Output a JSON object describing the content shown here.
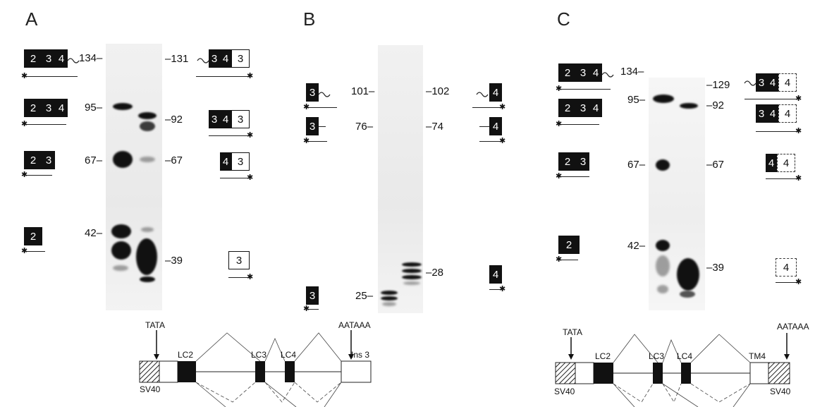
{
  "panels": {
    "A": {
      "letter": "A",
      "sizes_left": [
        "134",
        "95",
        "67",
        "42"
      ],
      "sizes_right": [
        "131",
        "92",
        "67",
        "39"
      ],
      "probes_left": [
        [
          "2",
          "3",
          "4"
        ],
        [
          "2",
          "3",
          "4"
        ],
        [
          "2",
          "3"
        ],
        [
          "2"
        ]
      ],
      "probes_right": [
        [
          "3",
          "4",
          "3"
        ],
        [
          "3",
          "4",
          "3"
        ],
        [
          "4",
          "3"
        ],
        [
          "3"
        ]
      ],
      "gene": {
        "promoter": "TATA",
        "polyA": "AATAAA",
        "left_box": "SV40",
        "exons": [
          "LC2",
          "LC3",
          "LC4"
        ],
        "right_box": "Ins 3"
      }
    },
    "B": {
      "letter": "B",
      "sizes_left": [
        "101",
        "76",
        "25"
      ],
      "sizes_right": [
        "102",
        "74",
        "28"
      ],
      "probes_left": [
        "3",
        "3",
        "3"
      ],
      "probes_right": [
        "4",
        "4",
        "4"
      ]
    },
    "C": {
      "letter": "C",
      "sizes_left": [
        "134",
        "95",
        "67",
        "42"
      ],
      "sizes_right": [
        "129",
        "92",
        "67",
        "39"
      ],
      "probes_left": [
        [
          "2",
          "3",
          "4"
        ],
        [
          "2",
          "3",
          "4"
        ],
        [
          "2",
          "3"
        ],
        [
          "2"
        ]
      ],
      "probes_right": [
        [
          "3",
          "4",
          "4"
        ],
        [
          "3",
          "4",
          "4"
        ],
        [
          "4",
          "4"
        ],
        [
          "4"
        ]
      ],
      "gene": {
        "promoter": "TATA",
        "polyA": "AATAAA",
        "left_box": "SV40",
        "exons": [
          "LC2",
          "LC3",
          "LC4"
        ],
        "tm": "TM4",
        "right_box": "SV40"
      }
    }
  },
  "colors": {
    "ink": "#111111",
    "gel": "#ececec"
  }
}
